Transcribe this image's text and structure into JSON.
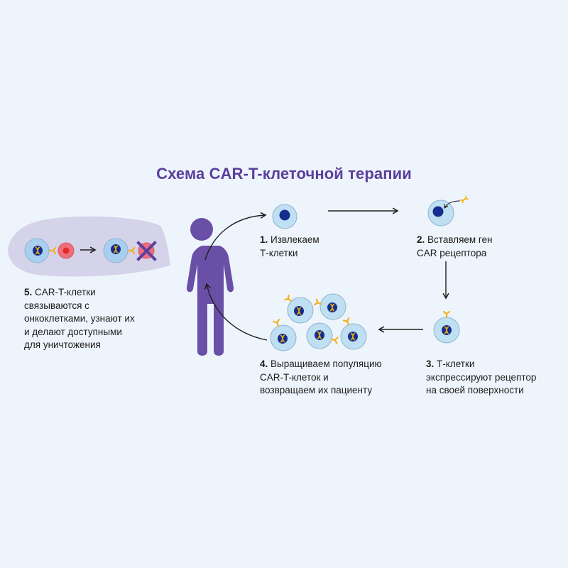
{
  "title": "Схема CAR-T-клеточной терапии",
  "colors": {
    "background": "#eef4fb",
    "title": "#5a3f9c",
    "person": "#6a4fa6",
    "bubble": "#d4d3ea",
    "cell_fill": "#bfdff3",
    "cell_fill_dark": "#a9cfee",
    "cell_stroke": "#8fb3cf",
    "nucleus": "#162d8f",
    "dna": "#f4b400",
    "receptor": "#f2b11e",
    "cancer_cell": "#ee6f7a",
    "cancer_nucleus": "#e32a2a",
    "cross": "#5b3fa0",
    "arrow": "#1e1e1e"
  },
  "steps": [
    {
      "number": "1.",
      "lines": [
        "Извлекаем",
        "Т-клетки"
      ]
    },
    {
      "number": "2.",
      "lines": [
        "Вставляем ген",
        "CAR рецептора"
      ]
    },
    {
      "number": "3.",
      "lines": [
        "Т-клетки",
        "экспрессируют рецептор",
        "на своей поверхности"
      ]
    },
    {
      "number": "4.",
      "lines": [
        "Выращиваем популяцию",
        "CAR-T-клеток и",
        "возвращаем их пациенту"
      ]
    },
    {
      "number": "5.",
      "lines": [
        "CAR-T-клетки",
        "связываются с",
        "онкоклетками, узнают их",
        "и делают доступными",
        "для уничтожения"
      ]
    }
  ],
  "icons": {
    "person": "person-silhouette-icon",
    "t_cell": "t-cell-icon",
    "car_t_cell": "car-t-cell-icon",
    "cancer_cell": "cancer-cell-icon",
    "gene": "dna-gene-icon",
    "destroyed": "cross-mark-icon"
  }
}
